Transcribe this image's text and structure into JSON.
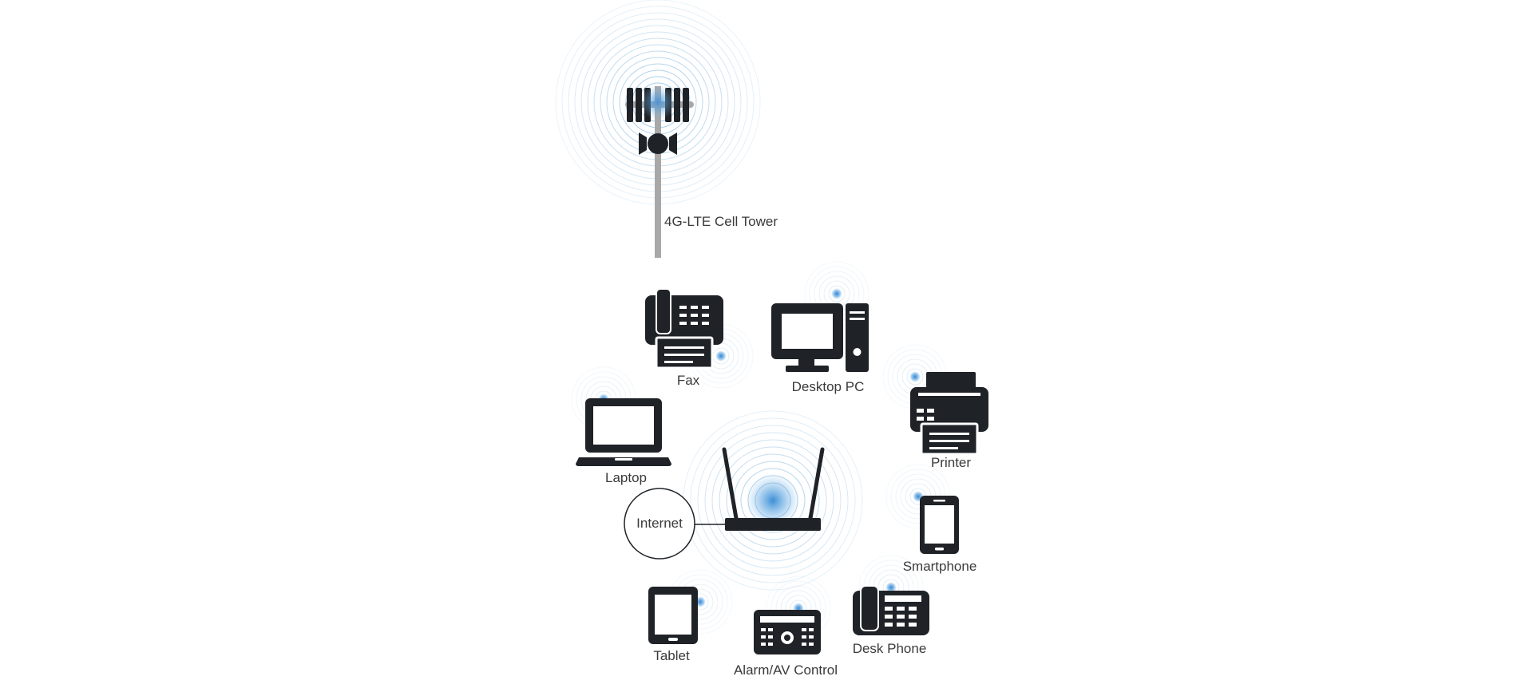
{
  "colors": {
    "ink": "#1f2328",
    "pole": "#a8a8a8",
    "ring": "#7fb6dd",
    "glow": "#3d8fd6",
    "text": "#3a3a3a"
  },
  "tower": {
    "label": "4G-LTE Cell Tower",
    "icon": "cell-tower-icon"
  },
  "router": {
    "icon": "router-icon"
  },
  "internet": {
    "label": "Internet"
  },
  "devices": {
    "fax": {
      "label": "Fax",
      "icon": "fax-icon"
    },
    "desktop": {
      "label": "Desktop PC",
      "icon": "desktop-pc-icon"
    },
    "printer": {
      "label": "Printer",
      "icon": "printer-icon"
    },
    "laptop": {
      "label": "Laptop",
      "icon": "laptop-icon"
    },
    "smartphone": {
      "label": "Smartphone",
      "icon": "smartphone-icon"
    },
    "tablet": {
      "label": "Tablet",
      "icon": "tablet-icon"
    },
    "alarm": {
      "label": "Alarm/AV Control",
      "icon": "alarm-panel-icon"
    },
    "deskphone": {
      "label": "Desk Phone",
      "icon": "desk-phone-icon"
    }
  }
}
